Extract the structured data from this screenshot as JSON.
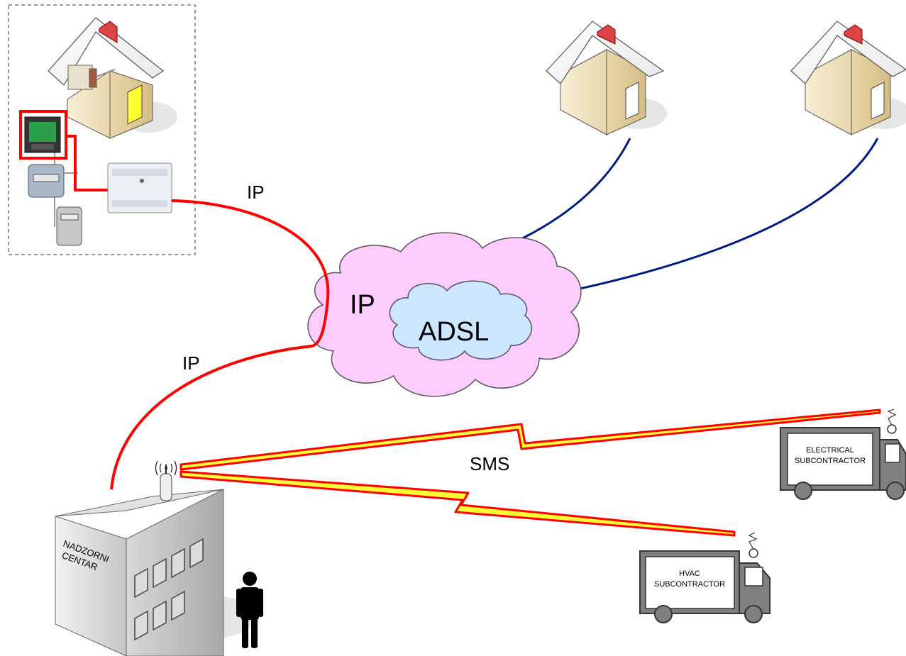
{
  "labels": {
    "ip_top": "IP",
    "ip_left": "IP",
    "ip_cloud": "IP",
    "adsl": "ADSL",
    "sms": "SMS"
  },
  "building": {
    "line1": "NADZORNI",
    "line2": "CENTAR"
  },
  "trucks": {
    "electrical": {
      "line1": "ELECTRICAL",
      "line2": "SUBCONTRACTOR"
    },
    "hvac": {
      "line1": "HVAC",
      "line2": "SUBCONTRACTOR"
    }
  },
  "colors": {
    "ip_link": "#ff0000",
    "adsl_link": "#001a80",
    "cloud_outer": "#ffccff",
    "cloud_inner": "#cce6ff",
    "lightning_fill": "#ffff33"
  }
}
